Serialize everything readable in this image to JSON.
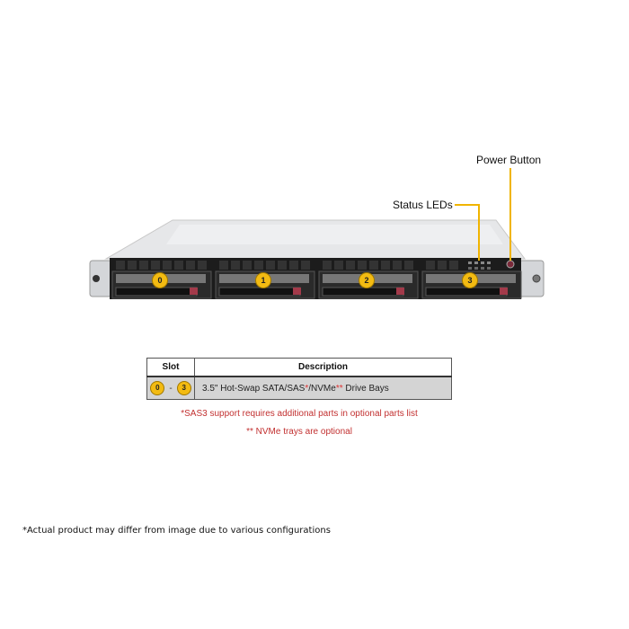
{
  "callouts": {
    "power_button": "Power Button",
    "status_leds": "Status LEDs"
  },
  "bays": [
    {
      "label": "0"
    },
    {
      "label": "1"
    },
    {
      "label": "2"
    },
    {
      "label": "3"
    }
  ],
  "colors": {
    "callout_line": "#f0b400",
    "badge": "#f3bb12",
    "note_red": "#c23030",
    "table_row_bg": "#d4d4d4"
  },
  "table": {
    "headers": {
      "slot": "Slot",
      "description": "Description"
    },
    "row": {
      "slot_from": "0",
      "slot_sep": "-",
      "slot_to": "3",
      "desc_part1": "3.5\" Hot-Swap SATA/SAS",
      "desc_mark1": "*",
      "desc_part2": "/NVMe",
      "desc_mark2": "**",
      "desc_part3": " Drive Bays"
    }
  },
  "notes": [
    "*SAS3 support requires additional parts in optional parts list",
    "** NVMe trays are optional"
  ],
  "footer": "*Actual product may differ from image due to various configurations"
}
